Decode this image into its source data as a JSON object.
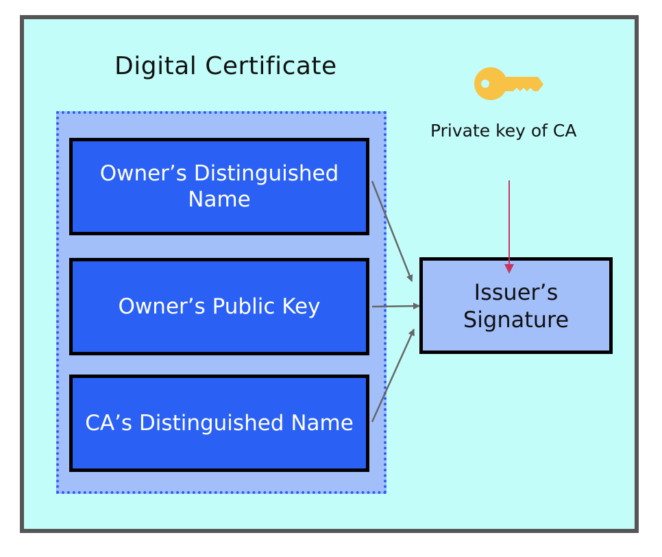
{
  "title": "Digital Certificate",
  "fields": [
    {
      "label": "Owner’s Distinguished Name"
    },
    {
      "label": "Owner’s Public Key"
    },
    {
      "label": "CA’s Distinguished Name"
    }
  ],
  "signature": {
    "label": "Issuer’s Signature"
  },
  "key": {
    "icon": "key-icon",
    "label": "Private key of CA",
    "color": "#f7c245"
  },
  "colors": {
    "background": "#c2fdfa",
    "frame": "#555555",
    "group_fill": "#a2bffa",
    "group_border": "#2b5ff4",
    "field_fill": "#2a61f4",
    "arrow": "#666666",
    "key_arrow": "#c8365f"
  }
}
